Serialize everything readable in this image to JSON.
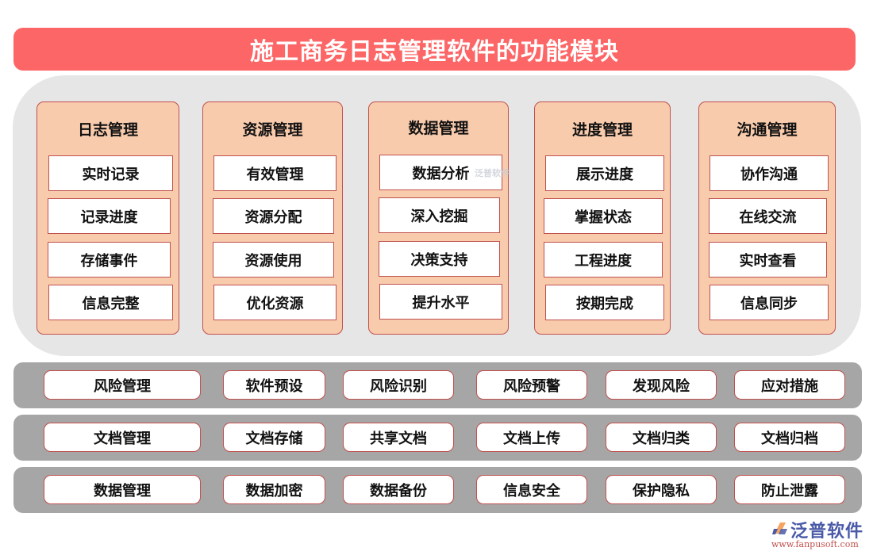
{
  "title": "施工商务日志管理软件的功能模块",
  "colors": {
    "title_bg": "#fd6666",
    "panel_bg": "#e6e6e6",
    "card_bg": "#f8cbad",
    "border": "#c0504d",
    "strip_bg": "#a6a6a6"
  },
  "modules": [
    {
      "title": "日志管理",
      "items": [
        "实时记录",
        "记录进度",
        "存储事件",
        "信息完整"
      ]
    },
    {
      "title": "资源管理",
      "items": [
        "有效管理",
        "资源分配",
        "资源使用",
        "优化资源"
      ]
    },
    {
      "title": "数据管理",
      "items": [
        "数据分析",
        "深入挖掘",
        "决策支持",
        "提升水平"
      ]
    },
    {
      "title": "进度管理",
      "items": [
        "展示进度",
        "掌握状态",
        "工程进度",
        "按期完成"
      ]
    },
    {
      "title": "沟通管理",
      "items": [
        "协作沟通",
        "在线交流",
        "实时查看",
        "信息同步"
      ]
    }
  ],
  "strips": [
    {
      "items": [
        "风险管理",
        "软件预设",
        "风险识别",
        "风险预警",
        "发现风险",
        "应对措施"
      ]
    },
    {
      "items": [
        "文档管理",
        "文档存储",
        "共享文档",
        "文档上传",
        "文档归类",
        "文档归档"
      ]
    },
    {
      "items": [
        "数据管理",
        "数据加密",
        "数据备份",
        "信息安全",
        "保护隐私",
        "防止泄露"
      ]
    }
  ],
  "watermark": "泛普软件",
  "brand": {
    "name": "泛普软件",
    "url": "www.fanpusoft.com"
  }
}
